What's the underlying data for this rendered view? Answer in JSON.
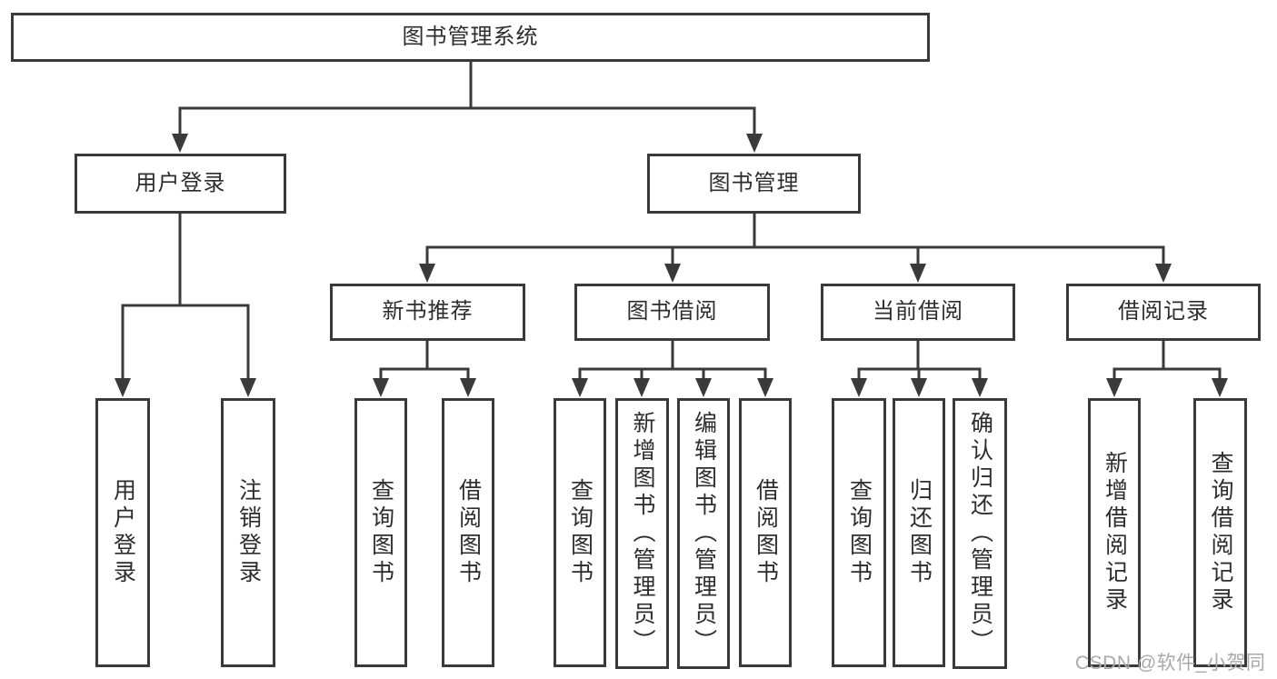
{
  "colors": {
    "background": "#ffffff",
    "line": "#3a3a3a",
    "node_border": "#3a3a3a",
    "node_text": "#2d2d2d",
    "watermark": "#a9a9a9"
  },
  "tree": {
    "root": {
      "label": "图书管理系统"
    },
    "branches": [
      {
        "label": "用户登录",
        "children": [
          {
            "label": "用户登录"
          },
          {
            "label": "注销登录"
          }
        ]
      },
      {
        "label": "图书管理",
        "children": [
          {
            "label": "新书推荐",
            "children": [
              {
                "label": "查询图书"
              },
              {
                "label": "借阅图书"
              }
            ]
          },
          {
            "label": "图书借阅",
            "children": [
              {
                "label": "查询图书"
              },
              {
                "label": "新增图书（管理员）"
              },
              {
                "label": "编辑图书（管理员）"
              },
              {
                "label": "借阅图书"
              }
            ]
          },
          {
            "label": "当前借阅",
            "children": [
              {
                "label": "查询图书"
              },
              {
                "label": "归还图书"
              },
              {
                "label": "确认归还（管理员）"
              }
            ]
          },
          {
            "label": "借阅记录",
            "children": [
              {
                "label": "新增借阅记录"
              },
              {
                "label": "查询借阅记录"
              }
            ]
          }
        ]
      }
    ]
  },
  "watermark": {
    "text": "CSDN @软件_小贺同学"
  }
}
